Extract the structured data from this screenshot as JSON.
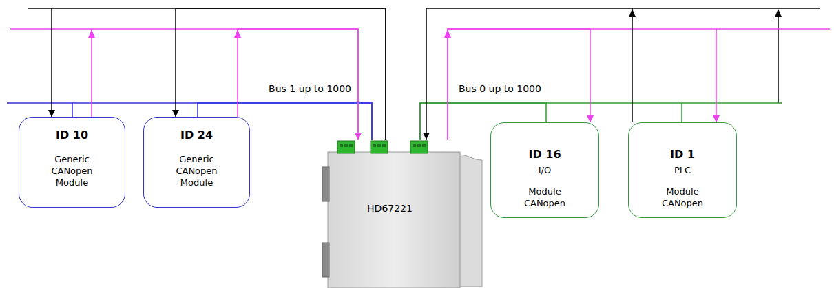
{
  "diagram": {
    "nodes": [
      {
        "text": [
          "ID 10",
          "Generic CANopen Module"
        ]
      },
      {
        "text": [
          "ID 24",
          "Generic CANopen Module"
        ]
      },
      {
        "text": [
          "HD67221"
        ]
      },
      {
        "text": [
          "ID 16",
          "I/O",
          "Module CANopen"
        ]
      },
      {
        "text": [
          "ID 1",
          "PLC",
          "Module CANopen"
        ]
      }
    ],
    "edges": [
      {
        "from": 2,
        "to": 0,
        "arrow": "none"
      },
      {
        "from": 2,
        "to": 1,
        "arrow": "none"
      },
      {
        "from": 2,
        "to": 3,
        "arrow": "none"
      },
      {
        "from": 2,
        "to": 4,
        "arrow": "none"
      },
      {
        "from": 0,
        "to": 2,
        "arrow": "to"
      },
      {
        "from": 1,
        "to": 2,
        "arrow": "to"
      },
      {
        "from": 2,
        "to": 3,
        "arrow": "to"
      },
      {
        "from": 2,
        "to": 4,
        "arrow": "to"
      },
      {
        "from": 4,
        "to": 2,
        "arrow": "to"
      },
      {
        "from": 2,
        "to": 0,
        "arrow": "to"
      },
      {
        "from": 2,
        "to": 1,
        "arrow": "to"
      }
    ],
    "labels": [
      "Bus 1 up to 1000",
      "Bus 0 up to 1000"
    ]
  }
}
